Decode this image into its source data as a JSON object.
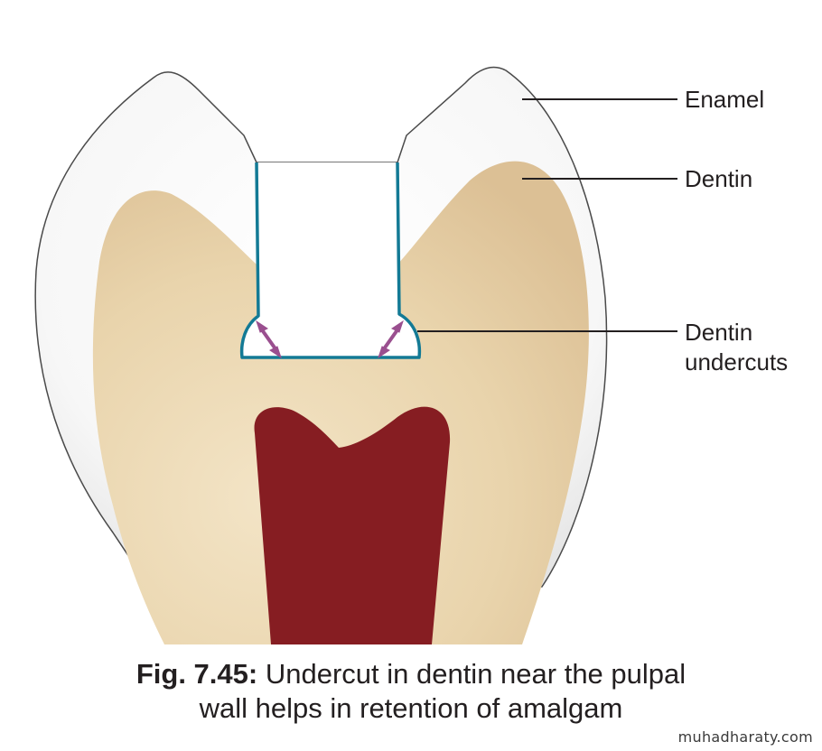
{
  "labels": {
    "enamel": "Enamel",
    "dentin": "Dentin",
    "dentin_undercuts_line1": "Dentin",
    "dentin_undercuts_line2": "undercuts"
  },
  "caption": {
    "figure_number": "Fig. 7.45:",
    "text_line1": "Undercut in dentin near the pulpal",
    "text_line2": "wall helps in retention of amalgam"
  },
  "watermark": "muhadharaty.com",
  "colors": {
    "enamel": "#ffffff",
    "dentin": "#e8d3ab",
    "pulp": "#861d22",
    "cavity_outline": "#137a95",
    "undercut_arrows": "#9a4f8f"
  }
}
